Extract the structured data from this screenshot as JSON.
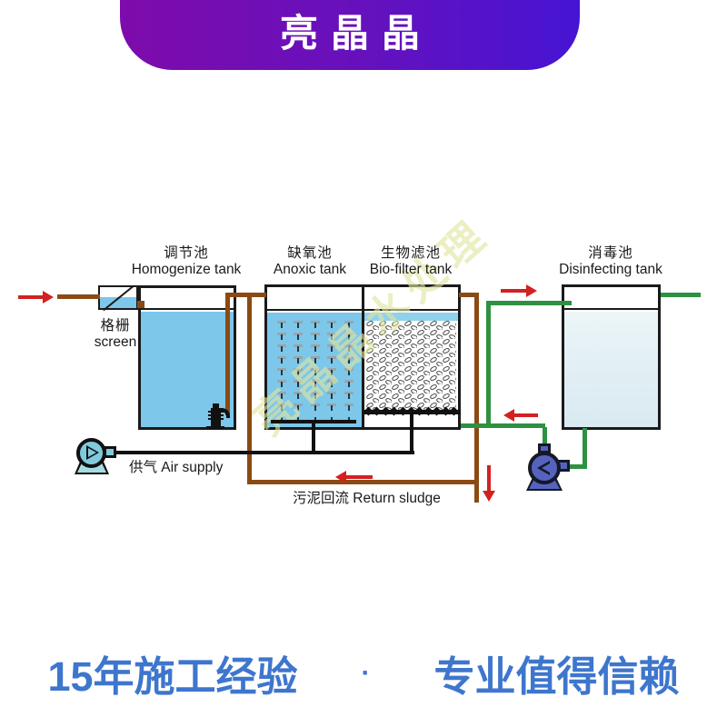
{
  "header": {
    "brand": "亮晶晶"
  },
  "diagram": {
    "tanks": [
      {
        "name_zh": "调节池",
        "name_en": "Homogenize tank"
      },
      {
        "name_zh": "缺氧池",
        "name_en": "Anoxic tank"
      },
      {
        "name_zh": "生物滤池",
        "name_en": "Bio-filter tank"
      },
      {
        "name_zh": "消毒池",
        "name_en": "Disinfecting tank"
      }
    ],
    "screen": {
      "zh": "格栅",
      "en": "screen"
    },
    "air_supply_label": "供气 Air supply",
    "return_sludge_label": "污泥回流 Return sludge",
    "watermark": "亮晶晶水处理",
    "colors": {
      "sewage_pipe": "#8B4A13",
      "air_pipe": "#111111",
      "clean_pipe": "#2E9141",
      "flow_arrow": "#D42020",
      "water": "#7CC7EA",
      "banner_gradient_left": "#7E0BAB",
      "banner_gradient_right": "#4614D4",
      "slogan_blue": "#3E76CD"
    }
  },
  "footer": {
    "left": "15年施工经验",
    "separator": "·",
    "right": "专业值得信赖"
  }
}
